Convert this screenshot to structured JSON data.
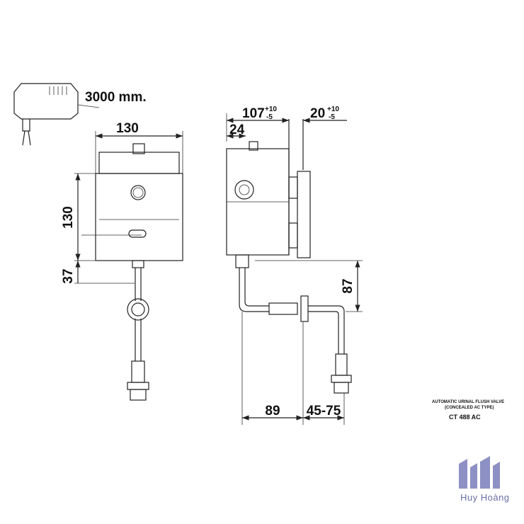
{
  "drawing": {
    "cable_length": "3000 mm.",
    "front_width": "130",
    "front_height": "130",
    "front_outlet_offset": "37",
    "side_depth": "107",
    "side_depth_tol_plus": "+10",
    "side_depth_tol_minus": "-5",
    "plate_offset": "20",
    "plate_offset_tol_plus": "+10",
    "plate_offset_tol_minus": "-5",
    "inlet_offset": "24",
    "pipe_drop": "87",
    "pipe_horizontal": "89",
    "pipe_wall_range": "45-75"
  },
  "caption": {
    "line1": "AUTOMATIC URINAL FLUSH VALVE",
    "line2": "(CONCEALED AC TYPE)",
    "model": "CT 488 AC"
  },
  "watermark": {
    "text": "Huy Hoàng",
    "color": "#6b6fa8"
  }
}
